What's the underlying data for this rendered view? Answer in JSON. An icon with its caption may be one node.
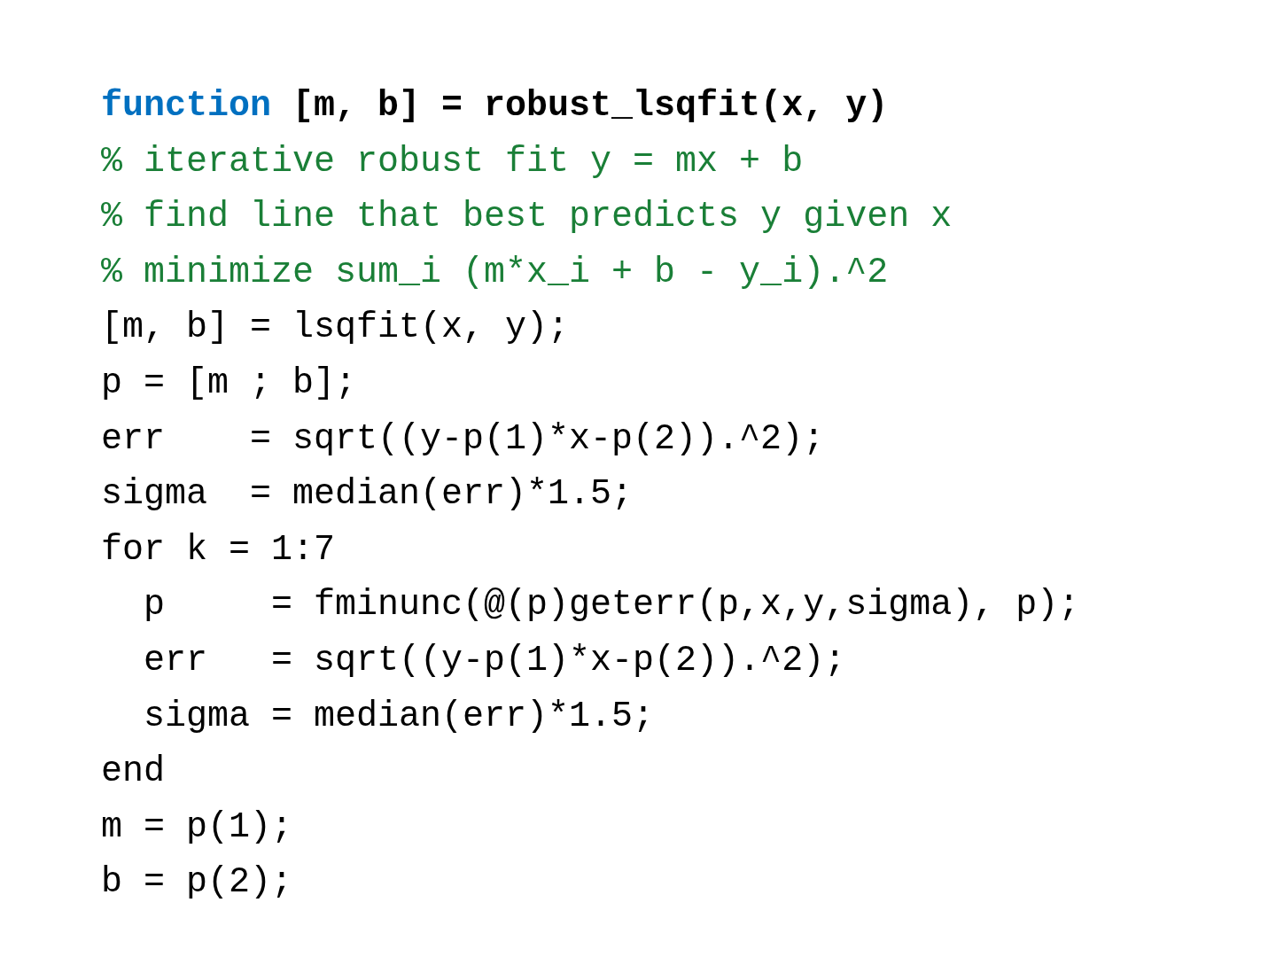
{
  "diagram": {
    "labels": [
      "function [m, b] = robust_lsqfit(x, y)",
      "% iterative robust fit y = mx + b",
      "% find line that best predicts y given x",
      "% minimize sum_i (m*x_i + b - y_i).^2",
      "[m, b] = lsqfit(x, y);",
      "p = [m ; b];",
      "err    = sqrt((y-p(1)*x-p(2)).^2);",
      "sigma  = median(err)*1.5;",
      "for k = 1:7",
      "  p     = fminunc(@(p)geterr(p,x,y,sigma), p);",
      "  err   = sqrt((y-p(1)*x-p(2)).^2);",
      "  sigma = median(err)*1.5;",
      "end",
      "m = p(1);",
      "b = p(2);"
    ]
  }
}
